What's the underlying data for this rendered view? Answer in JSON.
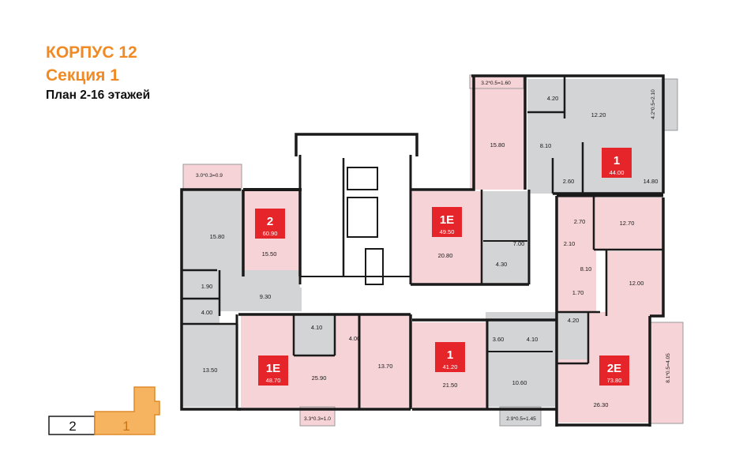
{
  "header": {
    "building": "КОРПУС 12",
    "section": "Секция 1",
    "plan": "План 2-16 этажей"
  },
  "colors": {
    "accent": "#f08a24",
    "badge": "#e5252a",
    "pink_room": "#f6d3d6",
    "gray_room": "#d3d4d6",
    "wall": "#1a1a1a"
  },
  "apartments": [
    {
      "id": "1E-top",
      "type": "1E",
      "area": "49.50"
    },
    {
      "id": "1-top-right",
      "type": "1",
      "area": "44.00"
    },
    {
      "id": "2-left",
      "type": "2",
      "area": "60.90"
    },
    {
      "id": "1E-bottom",
      "type": "1E",
      "area": "48.70"
    },
    {
      "id": "1-bottom",
      "type": "1",
      "area": "41.20"
    },
    {
      "id": "2E-right",
      "type": "2E",
      "area": "73.80"
    }
  ],
  "rooms": [
    "15.80",
    "15.50",
    "1.90",
    "4.00",
    "9.30",
    "13.50",
    "15.80",
    "20.80",
    "7.00",
    "4.30",
    "4.20",
    "12.20",
    "8.10",
    "2.60",
    "14.80",
    "2.70",
    "12.70",
    "2.10",
    "8.10",
    "12.00",
    "1.70",
    "4.20",
    "26.30",
    "4.10",
    "25.90",
    "4.00",
    "13.70",
    "21.50",
    "3.60",
    "4.10",
    "10.60"
  ],
  "balconies": [
    "3.0*0.3=0.9",
    "3.2*0.5=1.60",
    "4.2*0.5=2.10",
    "8.1*0.5=4.05",
    "3.3*0.3=1.0",
    "2.9*0.5=1.45"
  ],
  "key_plan": {
    "section_2": "2",
    "section_1": "1"
  }
}
